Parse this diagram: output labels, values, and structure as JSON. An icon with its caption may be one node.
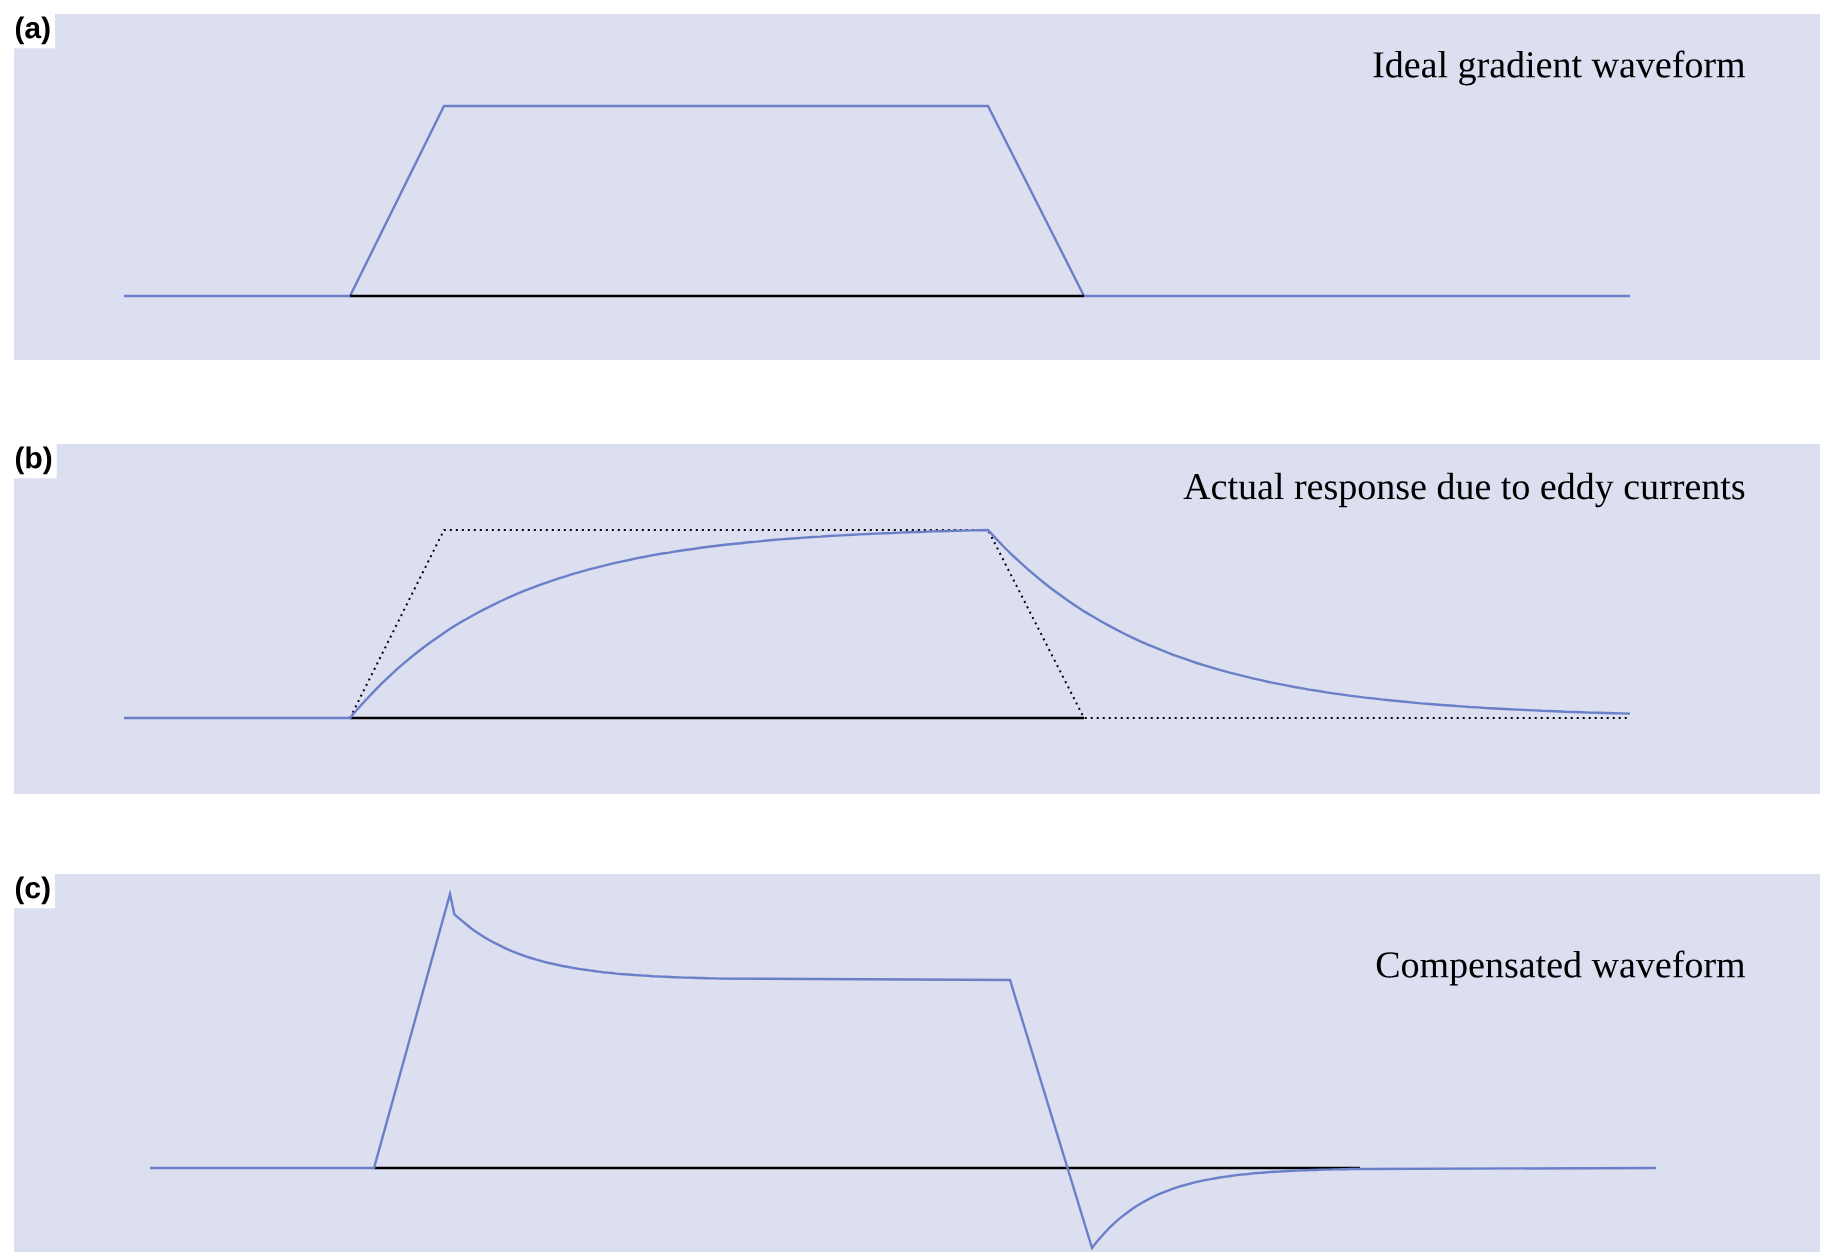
{
  "diagram": {
    "nodes": [
      {
        "text": [
          "(a)",
          "Ideal gradient waveform"
        ]
      },
      {
        "text": [
          "(b)",
          "Actual response due to eddy currents"
        ]
      },
      {
        "text": [
          "(c)",
          "Compensated waveform"
        ]
      }
    ]
  }
}
